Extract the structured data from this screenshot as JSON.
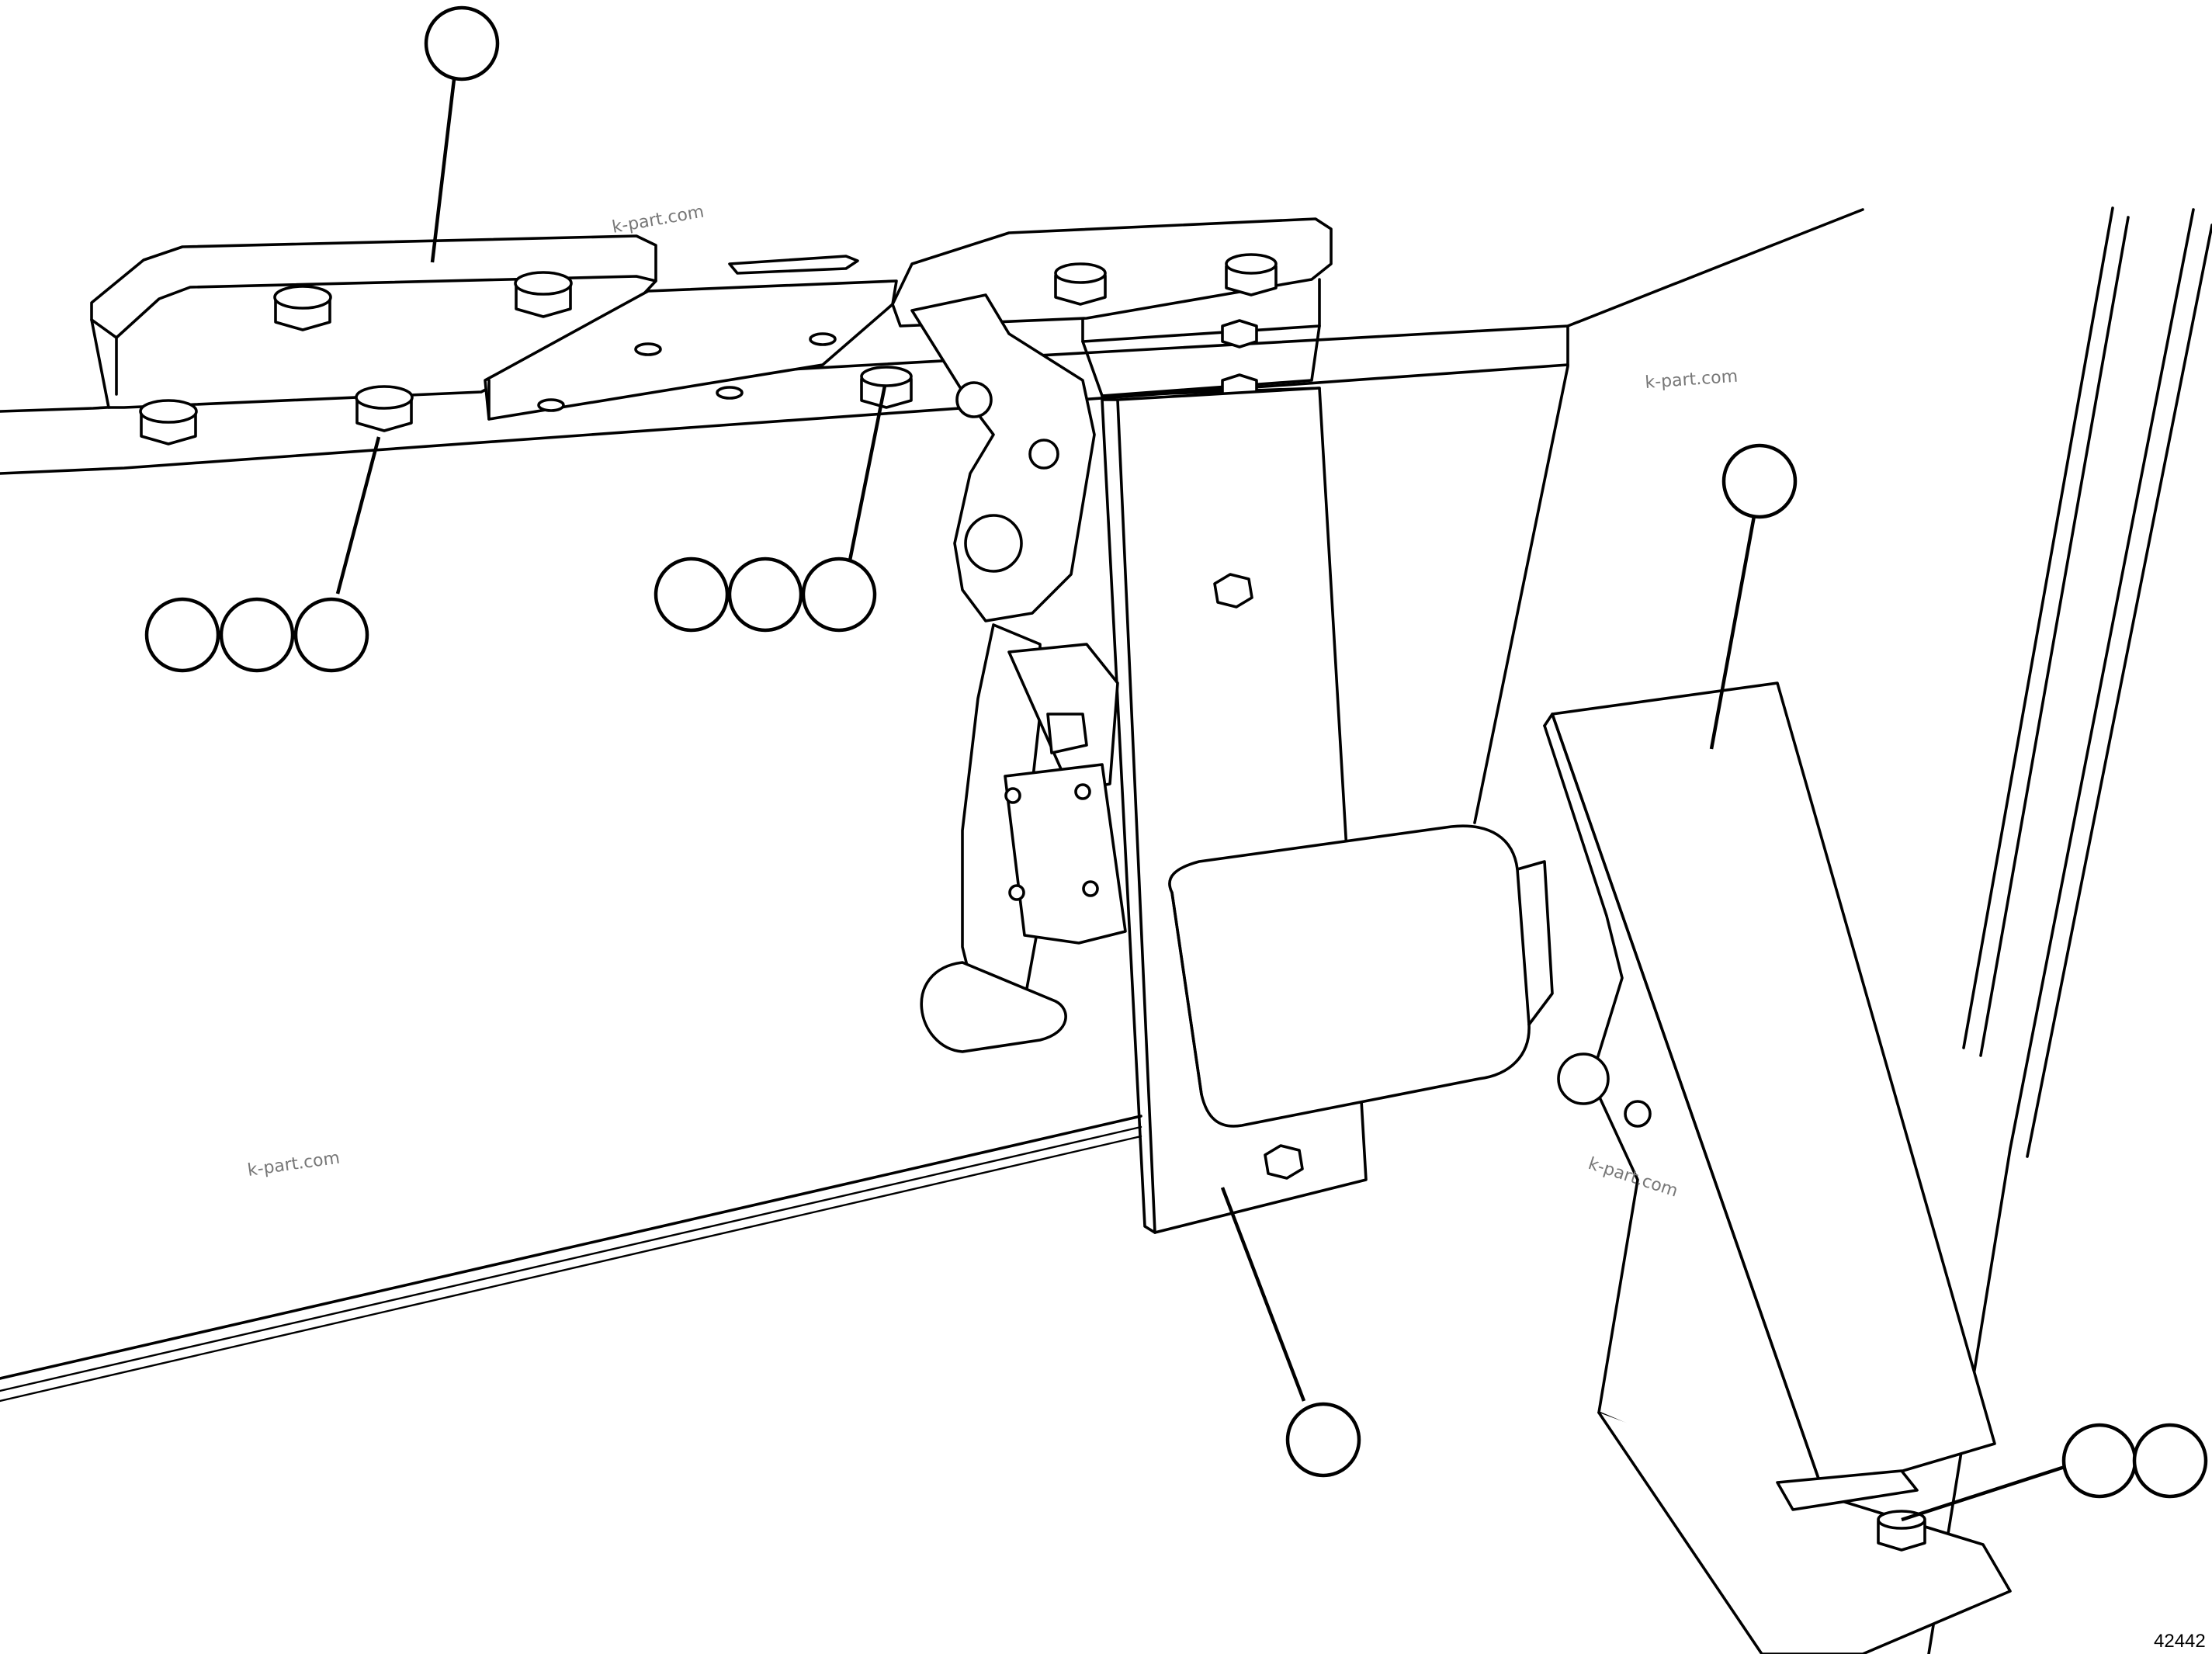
{
  "watermarks": [
    "k-part.com",
    "k-part.com",
    "k-part.com",
    "k-part.com"
  ],
  "figure_number": "42442",
  "callouts": [
    {
      "id": "top",
      "label": ""
    },
    {
      "id": "left-1",
      "label": ""
    },
    {
      "id": "left-2",
      "label": ""
    },
    {
      "id": "left-3",
      "label": ""
    },
    {
      "id": "mid-1",
      "label": ""
    },
    {
      "id": "mid-2",
      "label": ""
    },
    {
      "id": "mid-3",
      "label": ""
    },
    {
      "id": "right",
      "label": ""
    },
    {
      "id": "bottom",
      "label": ""
    },
    {
      "id": "bottom-right-1",
      "label": ""
    },
    {
      "id": "bottom-right-2",
      "label": ""
    }
  ]
}
